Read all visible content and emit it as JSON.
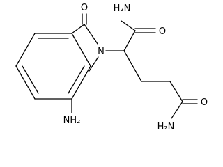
{
  "structure": {
    "labels": {
      "ketone_o": "O",
      "amide1_n": "H₂N",
      "amide1_o": "O",
      "ring_n": "N",
      "amide2_o": "O",
      "amide2_n": "H₂N",
      "amine": "NH₂"
    }
  }
}
